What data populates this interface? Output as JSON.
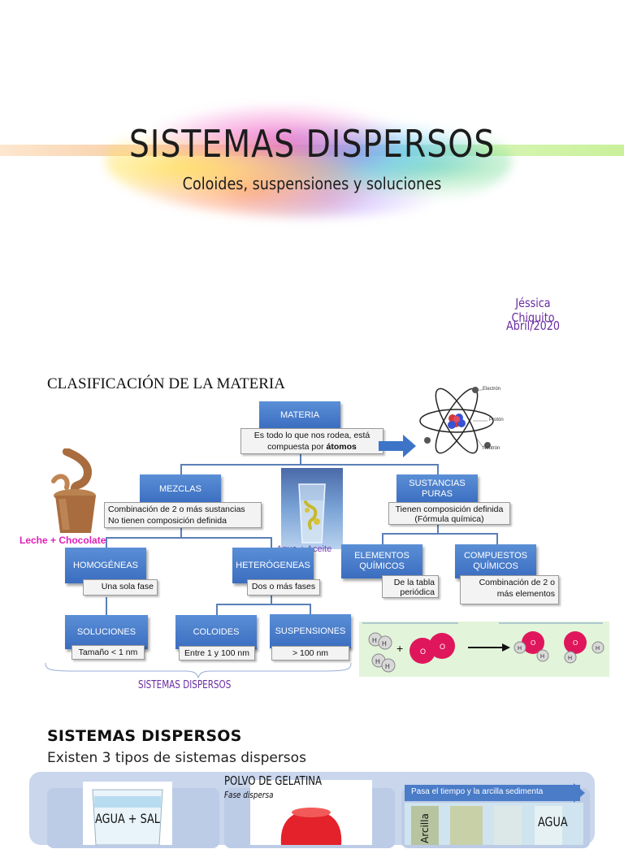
{
  "header": {
    "title": "SISTEMAS DISPERSOS",
    "subtitle": "Coloides, suspensiones y soluciones",
    "author": "Jéssica Chiquito",
    "date": "Abril/2020"
  },
  "classification": {
    "title": "CLASIFICACIÓN DE LA MATERIA",
    "materia": {
      "label": "MATERIA",
      "note_prefix": "Es todo lo que nos rodea, está compuesta por ",
      "note_bold": "átomos"
    },
    "mezclas": {
      "label": "MEZCLAS",
      "note_line1": "Combinación de 2 o más sustancias",
      "note_line2": "No tienen composición definida"
    },
    "sustancias_puras": {
      "label": "SUSTANCIAS PURAS",
      "note_line1": "Tienen composición definida",
      "note_line2": "(Fórmula química)"
    },
    "homogeneas": {
      "label": "HOMOGÉNEAS",
      "note": "Una sola fase"
    },
    "heterogeneas": {
      "label": "HETERÓGENEAS",
      "note": "Dos o más fases"
    },
    "elementos": {
      "label": "ELEMENTOS QUÍMICOS",
      "note": "De la tabla periódica"
    },
    "compuestos": {
      "label": "COMPUESTOS QUÍMICOS",
      "note": "Combinación de 2 o más elementos"
    },
    "soluciones": {
      "label": "SOLUCIONES",
      "note": "Tamaño < 1 nm"
    },
    "coloides": {
      "label": "COLOIDES",
      "note": "Entre 1 y 100 nm"
    },
    "suspensiones": {
      "label": "SUSPENSIONES",
      "note": "> 100 nm"
    },
    "leche_label": "Leche + Chocolate",
    "agua_aceite_label": "Agua + Aceite",
    "bracket_label": "SISTEMAS DISPERSOS",
    "atom_labels": {
      "electron": "Electrón",
      "proton": "Protón",
      "neutron": "Neutrón"
    },
    "reaction_plus": "+",
    "atoms": {
      "h": "H",
      "o": "O"
    }
  },
  "dispersed": {
    "heading": "SISTEMAS DISPERSOS",
    "subheading": "Existen 3 tipos de sistemas dispersos",
    "card1": {
      "line1": "AGUA  +  SAL"
    },
    "card2": {
      "title": "POLVO DE GELATINA",
      "subtitle": "Fase dispersa"
    },
    "card3": {
      "banner": "Pasa el tiempo y la arcilla sedimenta",
      "arcilla": "Arcilla",
      "agua": "AGUA"
    }
  }
}
